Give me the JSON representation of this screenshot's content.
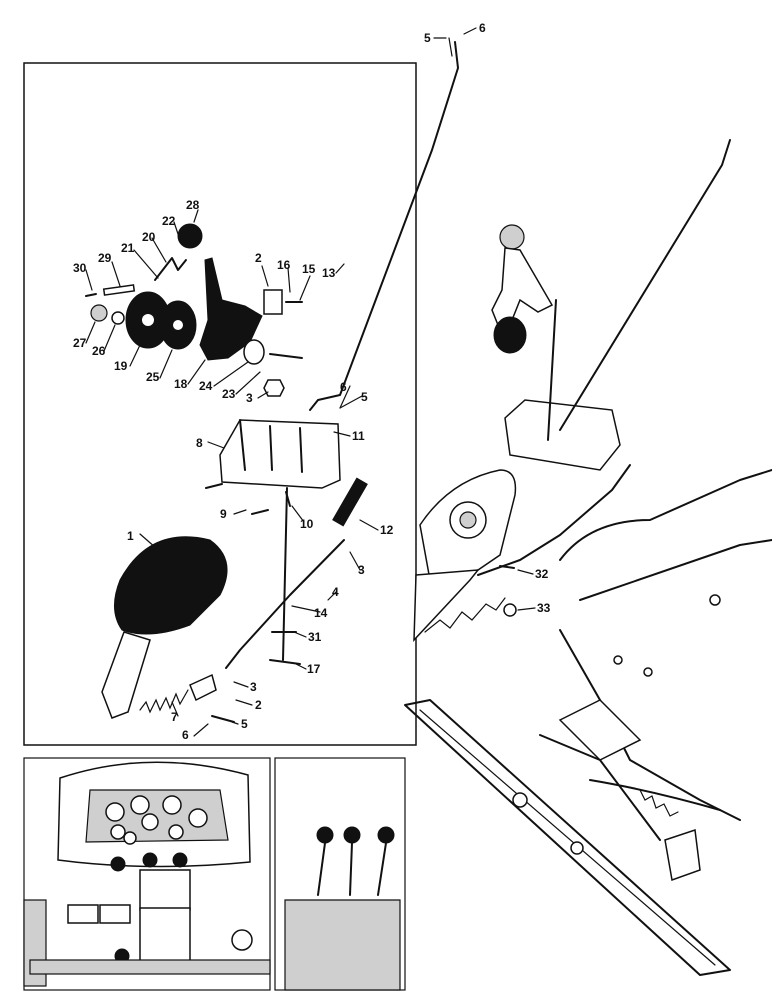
{
  "diagram": {
    "callouts": [
      {
        "id": "c5a",
        "text": "5"
      },
      {
        "id": "c6a",
        "text": "6"
      },
      {
        "id": "c13",
        "text": "13"
      },
      {
        "id": "c28",
        "text": "28"
      },
      {
        "id": "c22",
        "text": "22"
      },
      {
        "id": "c20",
        "text": "20"
      },
      {
        "id": "c21",
        "text": "21"
      },
      {
        "id": "c29",
        "text": "29"
      },
      {
        "id": "c30",
        "text": "30"
      },
      {
        "id": "c2a",
        "text": "2"
      },
      {
        "id": "c16",
        "text": "16"
      },
      {
        "id": "c15",
        "text": "15"
      },
      {
        "id": "c27",
        "text": "27"
      },
      {
        "id": "c26",
        "text": "26"
      },
      {
        "id": "c19",
        "text": "19"
      },
      {
        "id": "c25",
        "text": "25"
      },
      {
        "id": "c18",
        "text": "18"
      },
      {
        "id": "c24",
        "text": "24"
      },
      {
        "id": "c23",
        "text": "23"
      },
      {
        "id": "c3a",
        "text": "3"
      },
      {
        "id": "c6b",
        "text": "6"
      },
      {
        "id": "c5b",
        "text": "5"
      },
      {
        "id": "c8",
        "text": "8"
      },
      {
        "id": "c11",
        "text": "11"
      },
      {
        "id": "c9",
        "text": "9"
      },
      {
        "id": "c10",
        "text": "10"
      },
      {
        "id": "c12",
        "text": "12"
      },
      {
        "id": "c1",
        "text": "1"
      },
      {
        "id": "c3b",
        "text": "3"
      },
      {
        "id": "c4",
        "text": "4"
      },
      {
        "id": "c14",
        "text": "14"
      },
      {
        "id": "c31",
        "text": "31"
      },
      {
        "id": "c17",
        "text": "17"
      },
      {
        "id": "c3c",
        "text": "3"
      },
      {
        "id": "c2b",
        "text": "2"
      },
      {
        "id": "c7",
        "text": "7"
      },
      {
        "id": "c5c",
        "text": "5"
      },
      {
        "id": "c6c",
        "text": "6"
      },
      {
        "id": "c32",
        "text": "32"
      },
      {
        "id": "c33",
        "text": "33"
      }
    ]
  }
}
